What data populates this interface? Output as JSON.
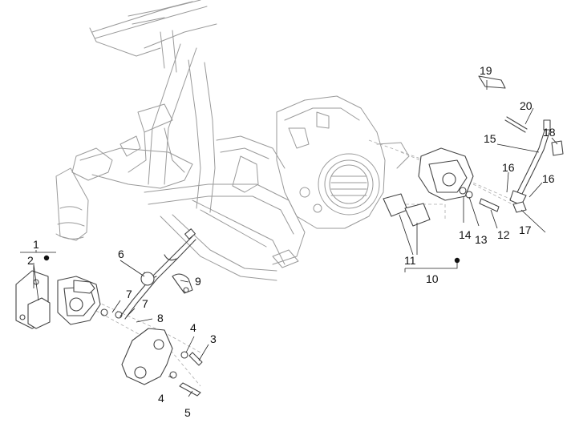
{
  "diagram": {
    "callouts": [
      {
        "id": "c1",
        "text": "1"
      },
      {
        "id": "c2",
        "text": "2"
      },
      {
        "id": "c3",
        "text": "3"
      },
      {
        "id": "c4a",
        "text": "4"
      },
      {
        "id": "c4b",
        "text": "4"
      },
      {
        "id": "c5",
        "text": "5"
      },
      {
        "id": "c6",
        "text": "6"
      },
      {
        "id": "c7a",
        "text": "7"
      },
      {
        "id": "c7b",
        "text": "7"
      },
      {
        "id": "c8",
        "text": "8"
      },
      {
        "id": "c9",
        "text": "9"
      },
      {
        "id": "c10",
        "text": "10"
      },
      {
        "id": "c11",
        "text": "11"
      },
      {
        "id": "c12",
        "text": "12"
      },
      {
        "id": "c13",
        "text": "13"
      },
      {
        "id": "c14",
        "text": "14"
      },
      {
        "id": "c15",
        "text": "15"
      },
      {
        "id": "c16a",
        "text": "16"
      },
      {
        "id": "c16b",
        "text": "16"
      },
      {
        "id": "c17",
        "text": "17"
      },
      {
        "id": "c18",
        "text": "18"
      },
      {
        "id": "c19",
        "text": "19"
      },
      {
        "id": "c20",
        "text": "20"
      }
    ]
  }
}
